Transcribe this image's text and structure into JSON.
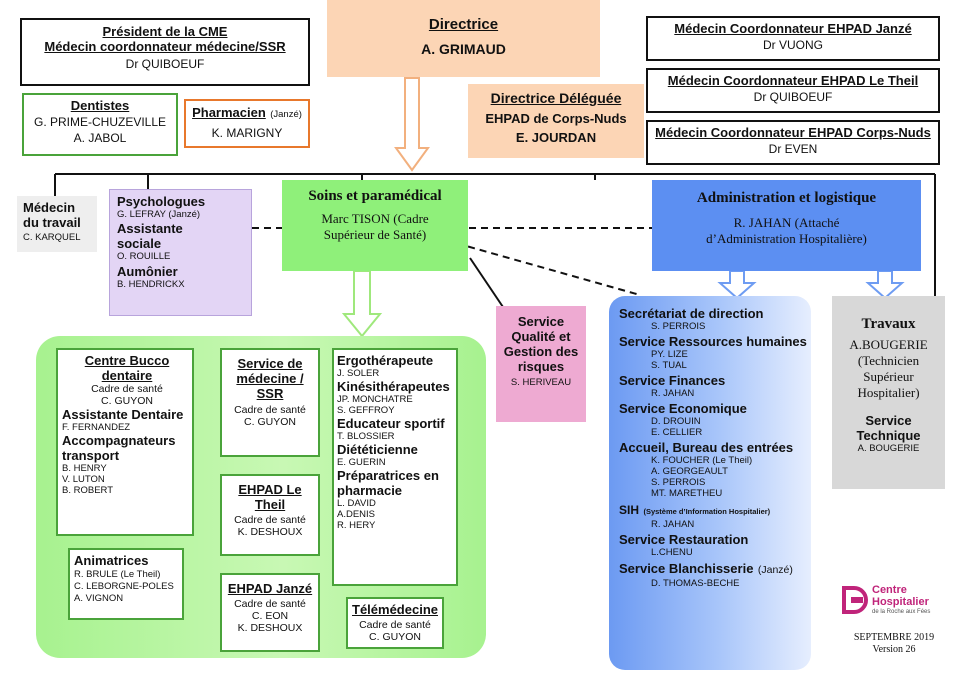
{
  "cme": {
    "title1": "Président de la CME",
    "title2": "Médecin coordonnateur médecine/SSR",
    "name": "Dr QUIBOEUF"
  },
  "dentistes": {
    "title": "Dentistes",
    "name1": "G. PRIME-CHUZEVILLE",
    "name2": "A. JABOL"
  },
  "pharmacien": {
    "title": "Pharmacien",
    "note": "(Janzé)",
    "name": "K.  MARIGNY"
  },
  "directrice": {
    "title": "Directrice",
    "name": "A. GRIMAUD"
  },
  "deleguee": {
    "title": "Directrice Déléguée",
    "sub": "EHPAD de Corps-Nuds",
    "name": "E. JOURDAN"
  },
  "coord_janze": {
    "title": "Médecin Coordonnateur EHPAD Janzé",
    "name": "Dr VUONG"
  },
  "coord_theil": {
    "title": "Médecin Coordonnateur EHPAD Le Theil",
    "name": "Dr QUIBOEUF"
  },
  "coord_corps": {
    "title": "Médecin Coordonnateur EHPAD Corps-Nuds",
    "name": "Dr EVEN"
  },
  "travail": {
    "title1": "Médecin",
    "title2": "du travail",
    "name": "C. KARQUEL"
  },
  "psy": {
    "title1": "Psychologues",
    "name1": "G. LEFRAY (Janzé)",
    "title2a": "Assistante",
    "title2b": "sociale",
    "name2": "O. ROUILLE",
    "title3": "Aumônier",
    "name3": "B. HENDRICKX"
  },
  "soins": {
    "title": "Soins et paramédical",
    "name": "Marc TISON  (Cadre",
    "name2": "Supérieur de Santé)"
  },
  "admin": {
    "title": "Administration et logistique",
    "name": "R. JAHAN (Attaché",
    "name2": "d’Administration Hospitalière)"
  },
  "qualite": {
    "l1": "Service",
    "l2": "Qualité et",
    "l3": "Gestion des",
    "l4": "risques",
    "name": "S. HERIVEAU"
  },
  "travaux": {
    "title": "Travaux",
    "l1": "A.BOUGERIE",
    "l2": "(Technicien",
    "l3": "Supérieur",
    "l4": "Hospitalier)",
    "st1": "Service",
    "st2": "Technique",
    "st_name": "A. BOUGERIE"
  },
  "bucco": {
    "t1": "Centre Bucco",
    "t2": "dentaire",
    "cadre": "Cadre de santé",
    "cadre_name": "C. GUYON",
    "t3": "Assistante Dentaire",
    "name3": "F. FERNANDEZ",
    "t4a": "Accompagnateurs",
    "t4b": "transport",
    "n4a": "B. HENRY",
    "n4b": "V. LUTON",
    "n4c": "B. ROBERT"
  },
  "animatrices": {
    "title": "Animatrices",
    "n1": "R. BRULE  (Le Theil)",
    "n2": "C. LEBORGNE-POLES",
    "n3": "A. VIGNON"
  },
  "ssr": {
    "t1": "Service de",
    "t2": "médecine /",
    "t3": "SSR",
    "cadre": "Cadre de santé",
    "name": "C. GUYON"
  },
  "theil": {
    "t1": "EHPAD Le",
    "t2": "Theil",
    "cadre": "Cadre de santé",
    "name": "K. DESHOUX"
  },
  "janze": {
    "title": "EHPAD Janzé",
    "cadre": "Cadre de santé",
    "n1": "C. EON",
    "n2": "K. DESHOUX"
  },
  "ergo": {
    "t1": "Ergothérapeute",
    "n1": "J. SOLER",
    "t2": "Kinésithérapeutes",
    "n2a": "JP.  MONCHATRE",
    "n2b": "S. GEFFROY",
    "t3": "Educateur sportif",
    "n3": "T. BLOSSIER",
    "t4": "Diététicienne",
    "n4": "E. GUERIN",
    "t5a": "Préparatrices  en",
    "t5b": "pharmacie",
    "n5a": "L. DAVID",
    "n5b": "A.DENIS",
    "n5c": "R. HERY"
  },
  "tele": {
    "title": "Télémédecine",
    "cadre": "Cadre de santé",
    "name": "C. GUYON"
  },
  "secretariat": {
    "items": [
      {
        "t": "Secrétariat de direction",
        "n": [
          "S. PERROIS"
        ]
      },
      {
        "t": "Service Ressources humaines",
        "n": [
          "PY. LIZE",
          "S. TUAL"
        ]
      },
      {
        "t": "Service Finances",
        "n": [
          "R. JAHAN"
        ]
      },
      {
        "t": "Service Economique",
        "n": [
          "D. DROUIN",
          "E. CELLIER"
        ]
      },
      {
        "t": "Accueil, Bureau des entrées",
        "n": [
          "K. FOUCHER (Le  Theil)",
          "A. GEORGEAULT",
          "S. PERROIS",
          "MT. MARETHEU"
        ]
      }
    ],
    "sih": "SIH",
    "sih_note": "(Système d’Information Hospitalier)",
    "sih_name": "R. JAHAN",
    "resto": "Service Restauration",
    "resto_name": "L.CHENU",
    "blanch": "Service Blanchisserie",
    "blanch_note": "(Janzé)",
    "blanch_name": "D. THOMAS-BECHE"
  },
  "logo": {
    "l1": "Centre",
    "l2": "Hospitalier",
    "l3": "de la Roche aux Fées"
  },
  "footer": {
    "date": "SEPTEMBRE 2019",
    "version": "Version 26"
  },
  "colors": {
    "peach": "#fcd5b5",
    "purple": "#e3d5f5",
    "green": "#8ff07a",
    "blue": "#5c8ff2",
    "pink": "#eeaad2",
    "gray": "#d8d8d8",
    "logo": "#c0247a"
  }
}
